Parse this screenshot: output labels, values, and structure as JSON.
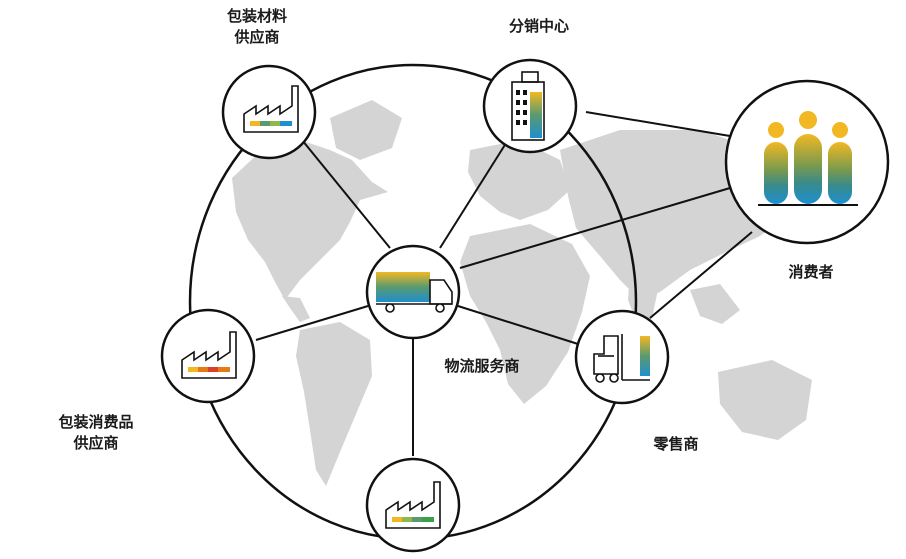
{
  "nodes": {
    "packaging_supplier": {
      "line1": "包装材料",
      "line2": "供应商",
      "icon": "factory-icon"
    },
    "distribution_center": {
      "label": "分销中心",
      "icon": "building-icon"
    },
    "consumer": {
      "label": "消费者",
      "icon": "people-icon"
    },
    "logistics": {
      "label": "物流服务商",
      "icon": "truck-icon"
    },
    "retailer": {
      "label": "零售商",
      "icon": "forklift-icon"
    },
    "cpg_supplier": {
      "line1": "包装消费品",
      "line2": "供应商",
      "icon": "factory-icon"
    },
    "bottom_factory": {
      "icon": "factory-icon"
    }
  },
  "colors": {
    "yellow": "#f2b824",
    "green": "#5a9a6e",
    "blue": "#1e8fd0",
    "orange": "#e57a17",
    "red": "#d8402a",
    "map": "#d4d4d4",
    "line": "#111111"
  }
}
